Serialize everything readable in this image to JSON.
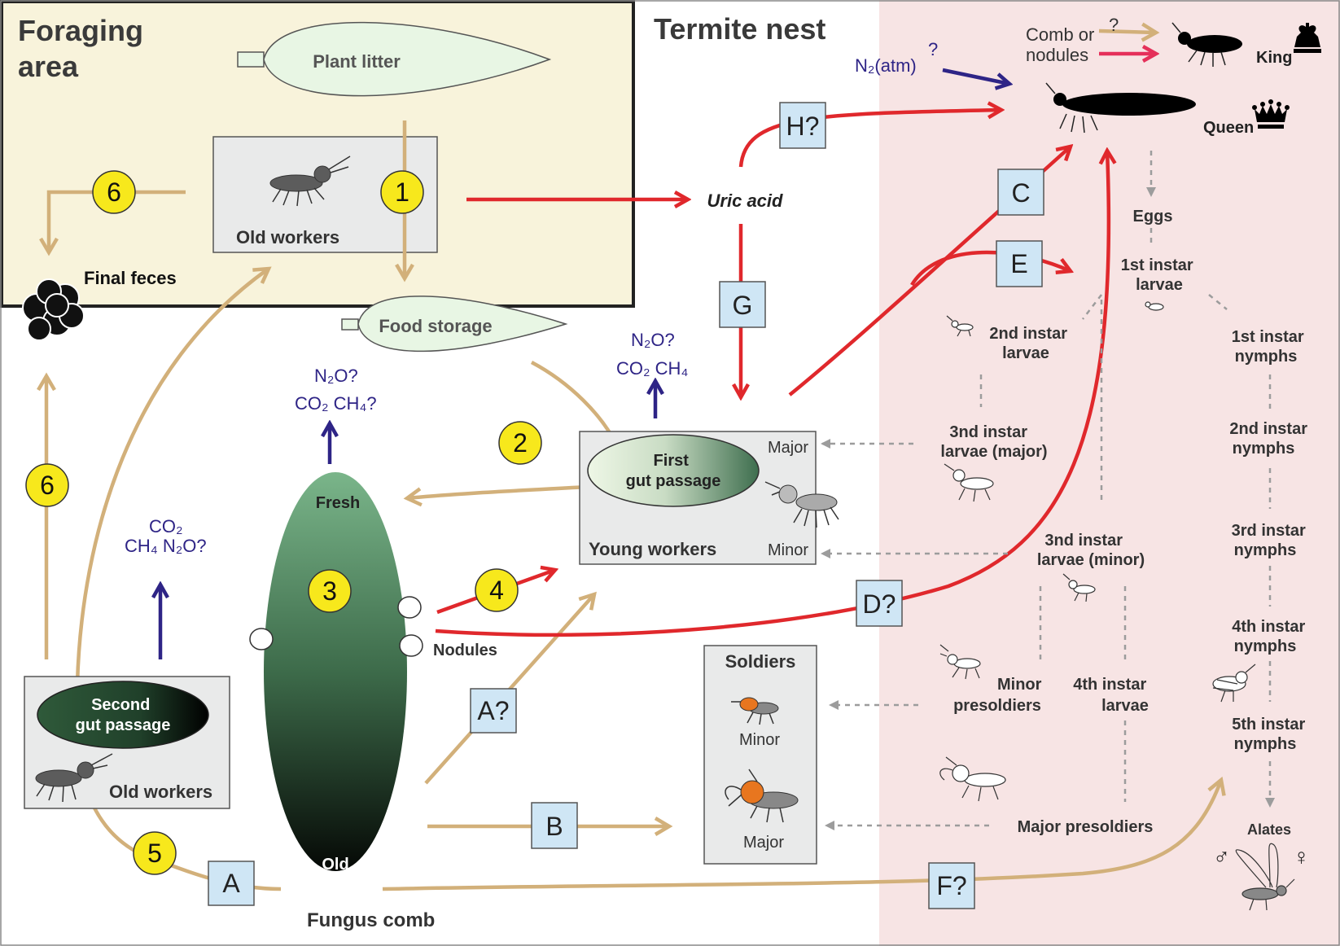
{
  "regions": {
    "foraging_area": "Foraging\narea",
    "termite_nest": "Termite nest"
  },
  "labels": {
    "plant_litter": "Plant litter",
    "old_workers_top": "Old  workers",
    "final_feces": "Final feces",
    "food_storage": "Food storage",
    "uric_acid": "Uric acid",
    "first_gut_passage": "First\ngut passage",
    "young_workers": "Young workers",
    "major": "Major",
    "minor": "Minor",
    "fresh": "Fresh",
    "old": "Old",
    "nodules": "Nodules",
    "fungus_comb": "Fungus comb",
    "second_gut_passage": "Second\ngut passage",
    "old_workers_bottom": "Old  workers",
    "soldiers": "Soldiers",
    "soldier_minor": "Minor",
    "soldier_major": "Major",
    "comb_or_nodules": "Comb or\nnodules",
    "king": "King",
    "queen": "Queen",
    "n2_atm": "N₂(atm)"
  },
  "gases": {
    "gut1": [
      "N₂O?",
      "CO₂ CH₄"
    ],
    "comb": [
      "N₂O?",
      "CO₂ CH₄?"
    ],
    "gut2": [
      "CO₂",
      "CH₄ N₂O?"
    ]
  },
  "caste_stages": {
    "eggs": "Eggs",
    "larvae1": "1st instar\nlarvae",
    "larvae2": "2nd instar\nlarvae",
    "larvae3_major": "3nd instar\nlarvae (major)",
    "larvae3_minor": "3nd instar\nlarvae (minor)",
    "larvae4": "4th instar\nlarvae",
    "minor_presoldiers": "Minor\npresoldiers",
    "major_presoldiers": "Major presoldiers",
    "nymphs1": "1st instar\nnymphs",
    "nymphs2": "2nd instar\nnymphs",
    "nymphs3": "3rd instar\nnymphs",
    "nymphs4": "4th instar\nnymphs",
    "nymphs5": "5th instar\nnymphs",
    "alates": "Alates"
  },
  "step_numbers": [
    "1",
    "2",
    "3",
    "4",
    "5",
    "6",
    "6"
  ],
  "box_labels": {
    "A": "A",
    "A_q": "A?",
    "B": "B",
    "C": "C",
    "D_q": "D?",
    "E": "E",
    "F_q": "F?",
    "G": "G",
    "H_q": "H?"
  },
  "symbols": {
    "male": "♂",
    "female": "♀",
    "question": "?"
  },
  "colors": {
    "tan_arrow": "#d2b07a",
    "red_arrow": "#e0282c",
    "pink_arrow": "#e5305a",
    "blue_arrow": "#2e2486",
    "yellow_circle": "#f7e81c",
    "box_blue": "#cfe6f5",
    "foraging_bg": "#f8f3db",
    "nest_pink_bg": "#f7e4e4",
    "grey_box": "#e9eaea",
    "leaf_green": "#e8f6e4"
  }
}
